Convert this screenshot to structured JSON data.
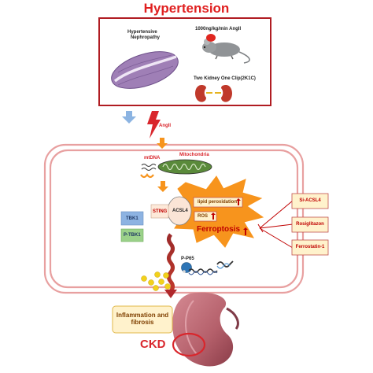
{
  "title": "Hypertension",
  "top_panel": {
    "nephropathy_label_line1": "Hypertensive",
    "nephropathy_label_line2": "Nephropathy",
    "angii_dose_label": "1000ng/kg/min AngII",
    "model_label": "Two Kidney One Clip(2K1C)"
  },
  "labels": {
    "angii": "AngII",
    "mitochondria": "Mitochondria",
    "mtdna": "mtDNA",
    "acsl4": "ACSL4",
    "sting": "STING",
    "tbk1": "TBK1",
    "p_tbk1": "P-TBK1",
    "lipid_peroxidation": "lipid peroxidation",
    "ros": "ROS",
    "ferroptosis": "Ferroptosis",
    "p_p65": "P-P65",
    "inflammation": "Inflammation and fibrosis",
    "ckd": "CKD"
  },
  "inhibitors": [
    "Si-ACSL4",
    "Rosiglitazon",
    "Ferrostatin-1"
  ],
  "colors": {
    "title_red": "#e02020",
    "frame_red": "#b01c22",
    "cell_membrane": "#e8a0a0",
    "ferroptosis_orange": "#f7941d",
    "inhibitor_fill": "#fff2cc",
    "inhibitor_border": "#c0504d",
    "tbk1_blue": "#8db3e2",
    "p_tbk1_green": "#9bd18a",
    "sting_fill": "#fde9d9",
    "kidney": "#b5606b"
  },
  "icons": [
    "down-arrow-icon",
    "lightning-bolt-icon",
    "mouse-icon",
    "kidney-icon",
    "mitochondria-icon",
    "dna-icon",
    "inhibition-bar-icon"
  ]
}
